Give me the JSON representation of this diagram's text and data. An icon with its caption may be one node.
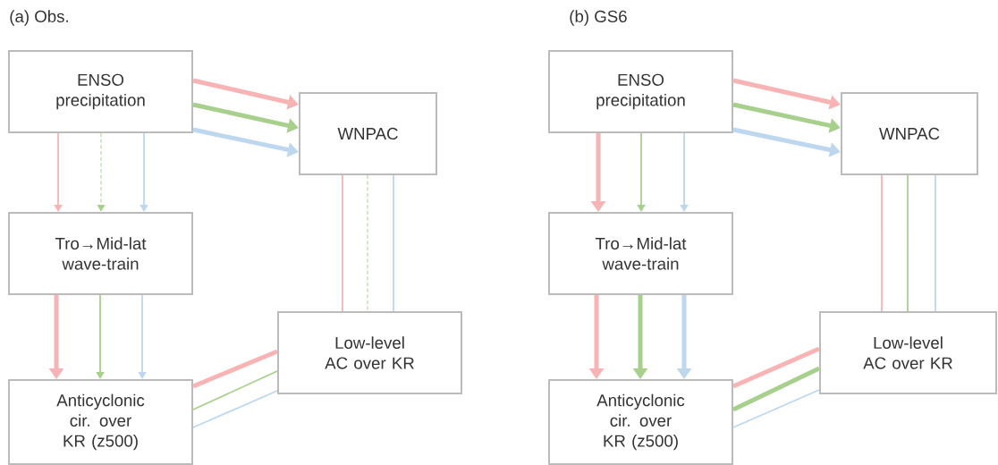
{
  "diagram": {
    "nodes": [
      {
        "text": [
          "ENSO precipitation"
        ]
      },
      {
        "text": [
          "WNPAC"
        ]
      },
      {
        "text": [
          "Tro→Mid-lat wave-train"
        ]
      },
      {
        "text": [
          "Low-level AC over KR"
        ]
      },
      {
        "text": [
          "Anticyclonic cir. over KR (z500)"
        ]
      },
      {
        "text": [
          "ENSO precipitation"
        ]
      },
      {
        "text": [
          "WNPAC"
        ]
      },
      {
        "text": [
          "Tro→Mid-lat wave-train"
        ]
      },
      {
        "text": [
          "Low-level AC over KR"
        ]
      },
      {
        "text": [
          "Anticyclonic cir. over KR (z500)"
        ]
      }
    ],
    "edges": [
      {
        "from": 0,
        "to": 1,
        "arrow": "to",
        "style": "thick",
        "color": "#f8b4b4"
      },
      {
        "from": 0,
        "to": 1,
        "arrow": "to",
        "style": "thick",
        "color": "#a8d08d"
      },
      {
        "from": 0,
        "to": 1,
        "arrow": "to",
        "style": "thick",
        "color": "#bdd7ee"
      },
      {
        "from": 0,
        "to": 2,
        "arrow": "to",
        "color": "#f8b4b4"
      },
      {
        "from": 0,
        "to": 2,
        "arrow": "to",
        "style": "dashed",
        "color": "#a8d08d"
      },
      {
        "from": 0,
        "to": 2,
        "arrow": "to",
        "color": "#bdd7ee"
      },
      {
        "from": 2,
        "to": 4,
        "arrow": "to",
        "style": "thick",
        "color": "#f8b4b4"
      },
      {
        "from": 2,
        "to": 4,
        "arrow": "to",
        "color": "#a8d08d"
      },
      {
        "from": 2,
        "to": 4,
        "arrow": "to",
        "color": "#bdd7ee"
      },
      {
        "from": 1,
        "to": 3,
        "arrow": "none",
        "color": "#f8b4b4"
      },
      {
        "from": 1,
        "to": 3,
        "arrow": "none",
        "style": "dashed",
        "color": "#a8d08d"
      },
      {
        "from": 1,
        "to": 3,
        "arrow": "none",
        "color": "#bdd7ee"
      },
      {
        "from": 4,
        "to": 3,
        "arrow": "none",
        "style": "thick",
        "color": "#f8b4b4"
      },
      {
        "from": 4,
        "to": 3,
        "arrow": "none",
        "color": "#a8d08d"
      },
      {
        "from": 4,
        "to": 3,
        "arrow": "none",
        "color": "#bdd7ee"
      },
      {
        "from": 5,
        "to": 6,
        "arrow": "to",
        "style": "thick",
        "color": "#f8b4b4"
      },
      {
        "from": 5,
        "to": 6,
        "arrow": "to",
        "style": "thick",
        "color": "#a8d08d"
      },
      {
        "from": 5,
        "to": 6,
        "arrow": "to",
        "style": "thick",
        "color": "#bdd7ee"
      },
      {
        "from": 5,
        "to": 7,
        "arrow": "to",
        "style": "thick",
        "color": "#f8b4b4"
      },
      {
        "from": 5,
        "to": 7,
        "arrow": "to",
        "color": "#a8d08d"
      },
      {
        "from": 5,
        "to": 7,
        "arrow": "to",
        "color": "#bdd7ee"
      },
      {
        "from": 7,
        "to": 9,
        "arrow": "to",
        "style": "thick",
        "color": "#f8b4b4"
      },
      {
        "from": 7,
        "to": 9,
        "arrow": "to",
        "style": "thick",
        "color": "#a8d08d"
      },
      {
        "from": 7,
        "to": 9,
        "arrow": "to",
        "style": "thick",
        "color": "#bdd7ee"
      },
      {
        "from": 6,
        "to": 8,
        "arrow": "none",
        "color": "#f8b4b4"
      },
      {
        "from": 6,
        "to": 8,
        "arrow": "none",
        "color": "#a8d08d"
      },
      {
        "from": 6,
        "to": 8,
        "arrow": "none",
        "color": "#bdd7ee"
      },
      {
        "from": 9,
        "to": 8,
        "arrow": "none",
        "style": "thick",
        "color": "#f8b4b4"
      },
      {
        "from": 9,
        "to": 8,
        "arrow": "none",
        "style": "thick",
        "color": "#a8d08d"
      },
      {
        "from": 9,
        "to": 8,
        "arrow": "none",
        "color": "#bdd7ee"
      }
    ],
    "labels": [
      "(a) Obs.",
      "(b) GS6"
    ]
  }
}
